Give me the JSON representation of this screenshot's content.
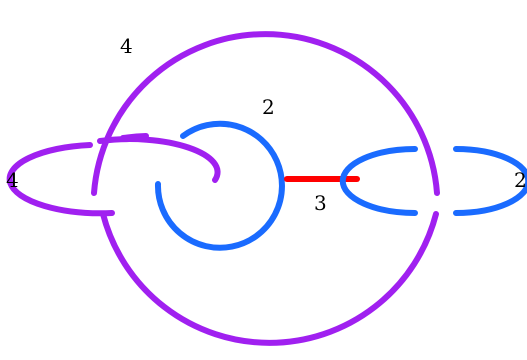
{
  "colors": {
    "purple": "#a020f0",
    "blue": "#1a6bff",
    "red": "#ff0000"
  },
  "labels": {
    "big_circle": "4",
    "left_ring": "4",
    "center_circle": "2",
    "right_ring": "2",
    "bridge": "3"
  }
}
